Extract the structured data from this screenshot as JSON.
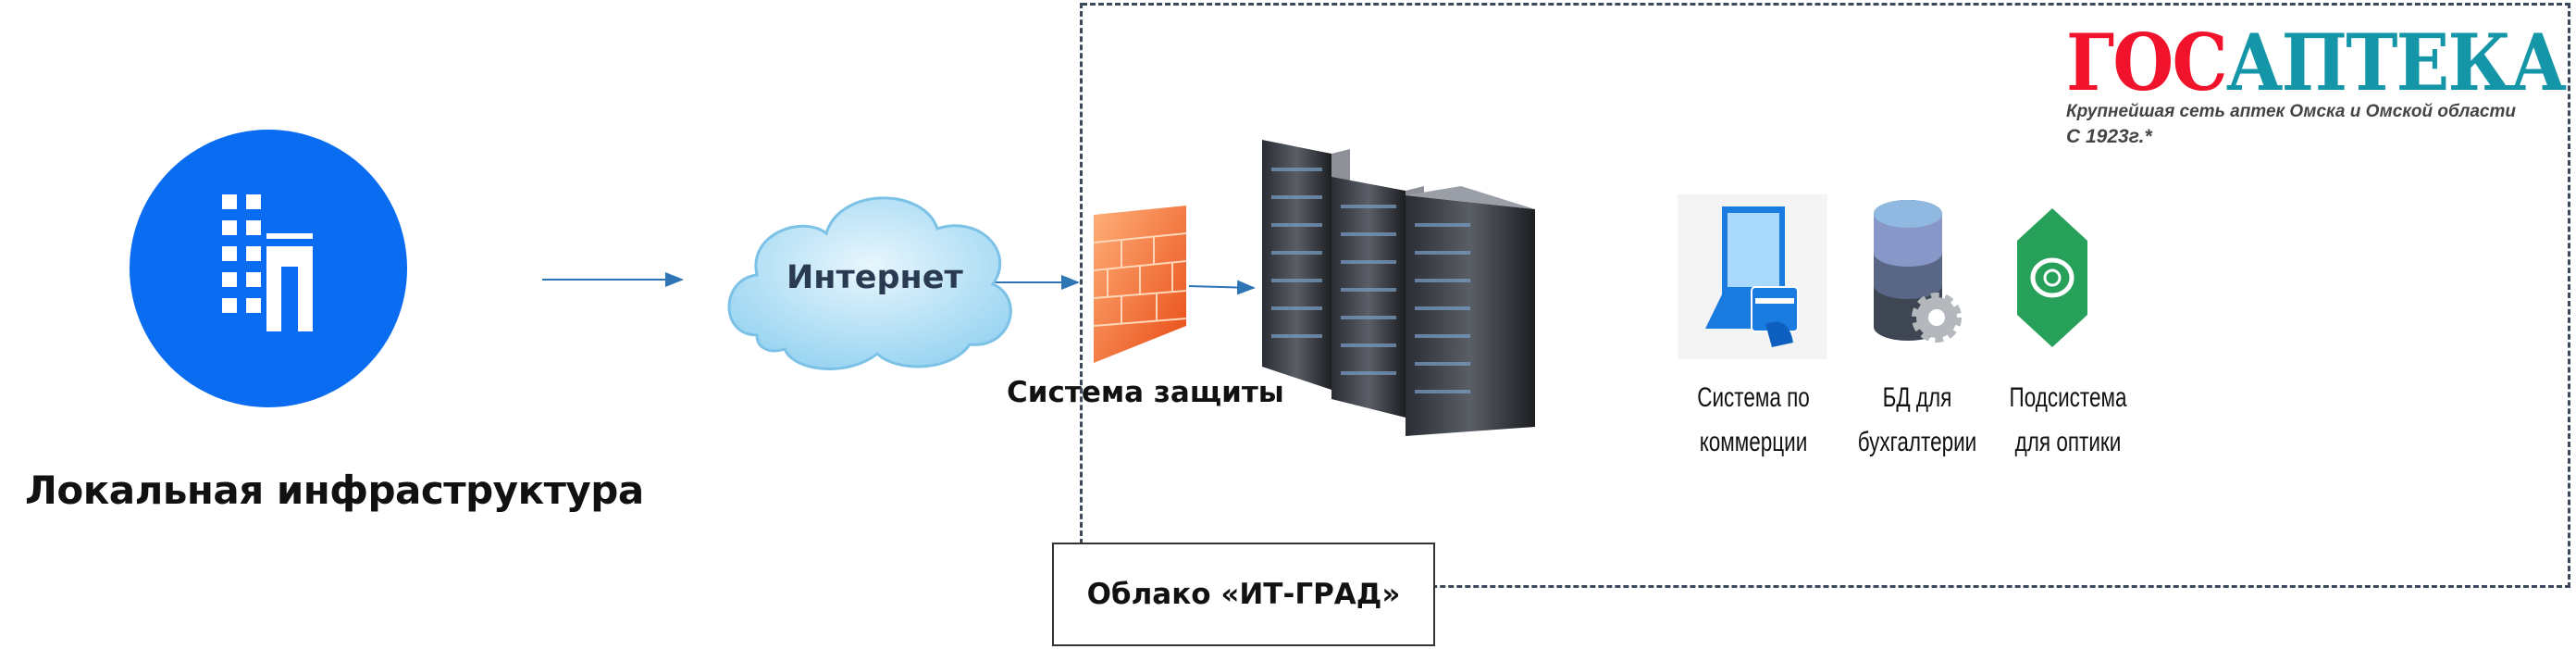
{
  "local": {
    "label": "Локальная инфраструктура",
    "icon": "building-icon",
    "color": "#0a6cf0"
  },
  "internet": {
    "label": "Интернет",
    "icon": "cloud-icon"
  },
  "firewall": {
    "label": "Система защиты",
    "icon": "firewall-icon"
  },
  "servers": {
    "icon": "server-rack-icon"
  },
  "cloud_provider": {
    "label": "Облако «ИТ-ГРАД»"
  },
  "logo": {
    "part1": "ГОС",
    "part2": "АПТЕКА",
    "tagline": "Крупнейшая сеть аптек Омска и Омской области",
    "since": "С 1923г.*",
    "color1": "#f0132b",
    "color2": "#1596a8"
  },
  "services": [
    {
      "line1": "Система по",
      "line2": "коммерции",
      "icon": "laptop-payment-icon"
    },
    {
      "line1": "БД для",
      "line2": "бухгалтерии",
      "icon": "database-gear-icon"
    },
    {
      "line1": "Подсистема",
      "line2": "для оптики",
      "icon": "eye-icon"
    }
  ]
}
